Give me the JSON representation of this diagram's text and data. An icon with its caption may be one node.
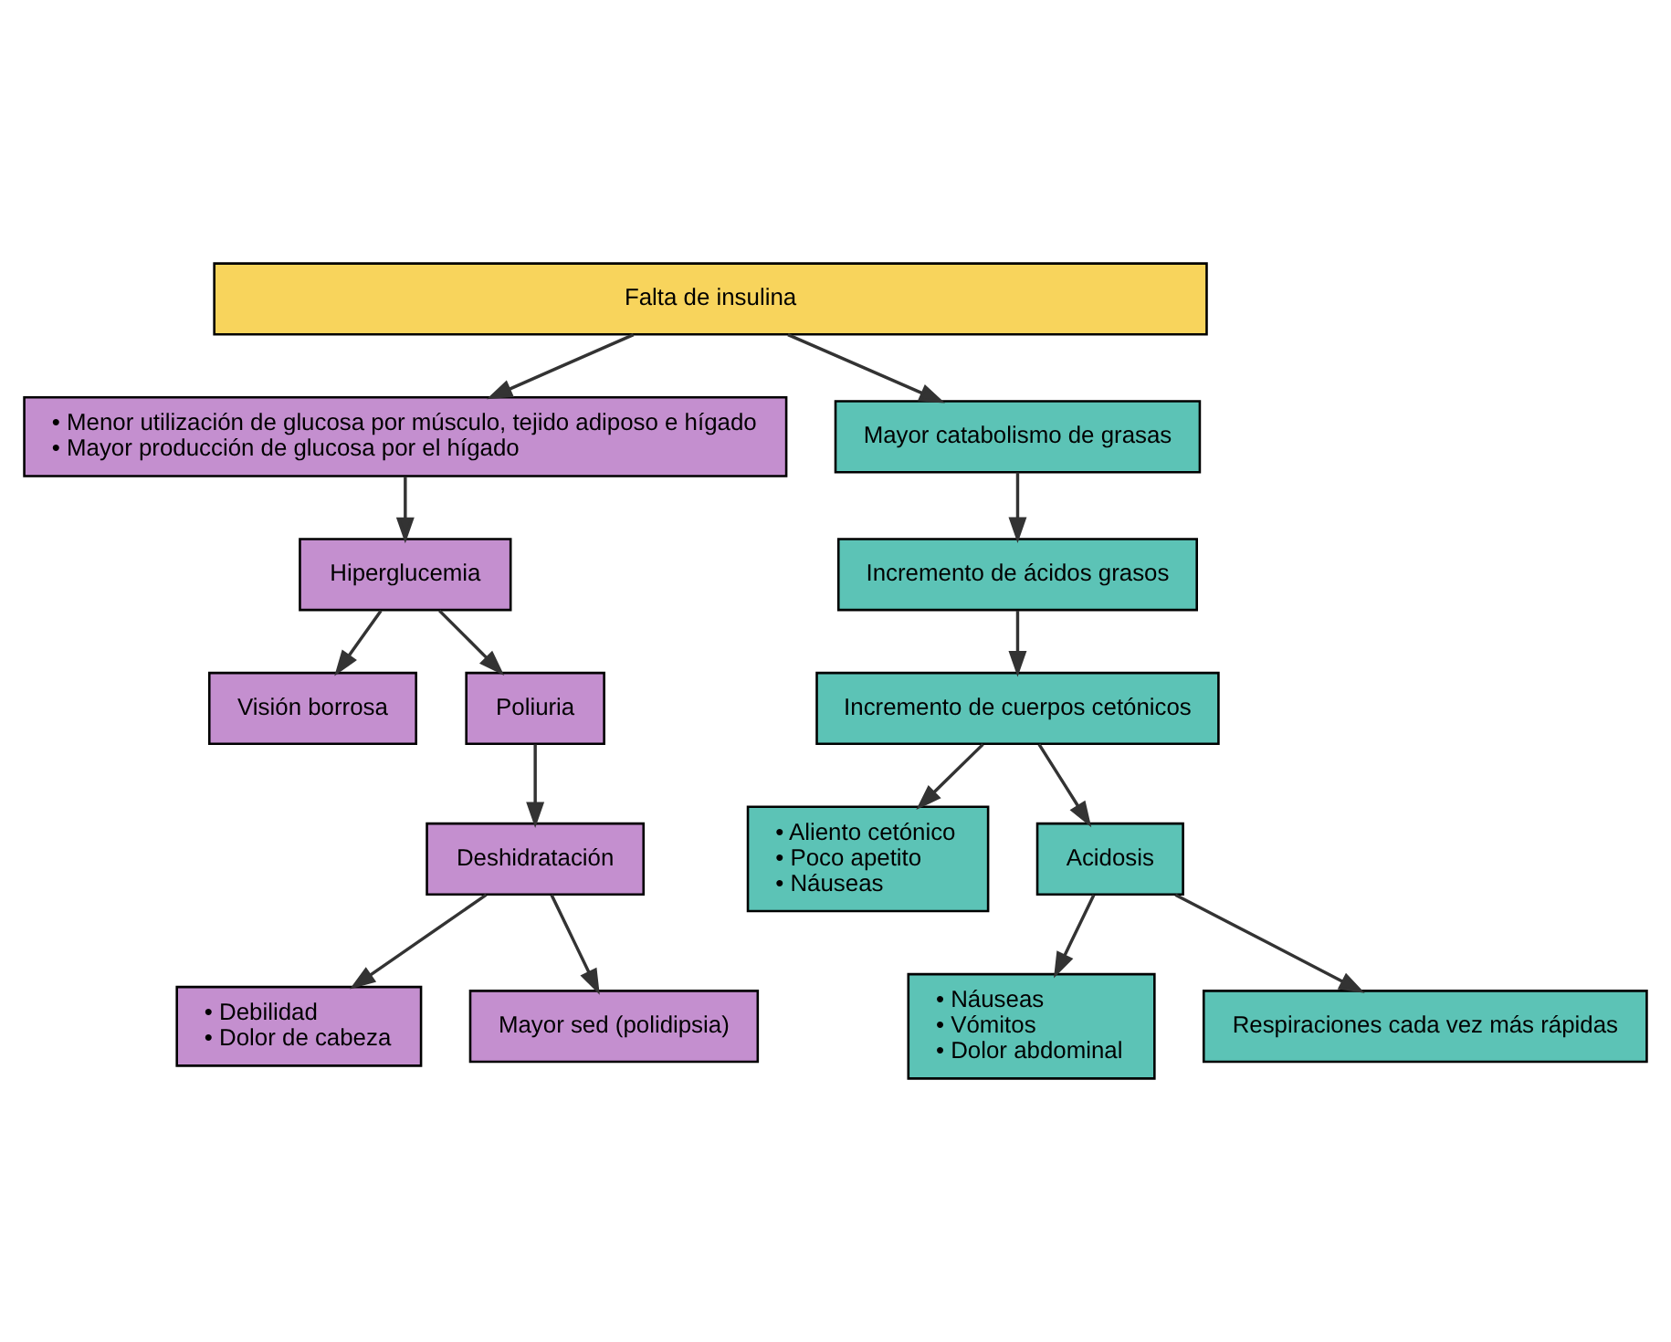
{
  "diagram": {
    "nodes": [
      {
        "text": [
          "Falta de insulina"
        ]
      },
      {
        "text": [
          "• Menor utilización de glucosa por músculo, tejido adiposo e hígado",
          "• Mayor producción de glucosa por el hígado"
        ]
      },
      {
        "text": [
          "Hiperglucemia"
        ]
      },
      {
        "text": [
          "Visión borrosa"
        ]
      },
      {
        "text": [
          "Poliuria"
        ]
      },
      {
        "text": [
          "Deshidratación"
        ]
      },
      {
        "text": [
          "• Debilidad",
          "• Dolor de cabeza"
        ]
      },
      {
        "text": [
          "Mayor sed (polidipsia)"
        ]
      },
      {
        "text": [
          "Mayor catabolismo de grasas"
        ]
      },
      {
        "text": [
          "Incremento de ácidos grasos"
        ]
      },
      {
        "text": [
          "Incremento de cuerpos cetónicos"
        ]
      },
      {
        "text": [
          "• Aliento cetónico",
          "• Poco apetito",
          "• Náuseas"
        ]
      },
      {
        "text": [
          "Acidosis"
        ]
      },
      {
        "text": [
          "• Náuseas",
          "• Vómitos",
          "• Dolor abdominal"
        ]
      },
      {
        "text": [
          "Respiraciones cada vez más rápidas"
        ]
      }
    ],
    "edges": [
      {
        "from": 0,
        "to": 1,
        "arrow": "to"
      },
      {
        "from": 0,
        "to": 8,
        "arrow": "to"
      },
      {
        "from": 1,
        "to": 2,
        "arrow": "to"
      },
      {
        "from": 2,
        "to": 3,
        "arrow": "to"
      },
      {
        "from": 2,
        "to": 4,
        "arrow": "to"
      },
      {
        "from": 4,
        "to": 5,
        "arrow": "to"
      },
      {
        "from": 5,
        "to": 6,
        "arrow": "to"
      },
      {
        "from": 5,
        "to": 7,
        "arrow": "to"
      },
      {
        "from": 8,
        "to": 9,
        "arrow": "to"
      },
      {
        "from": 9,
        "to": 10,
        "arrow": "to"
      },
      {
        "from": 10,
        "to": 11,
        "arrow": "to"
      },
      {
        "from": 10,
        "to": 12,
        "arrow": "to"
      },
      {
        "from": 12,
        "to": 13,
        "arrow": "to"
      },
      {
        "from": 12,
        "to": 14,
        "arrow": "to"
      }
    ]
  }
}
